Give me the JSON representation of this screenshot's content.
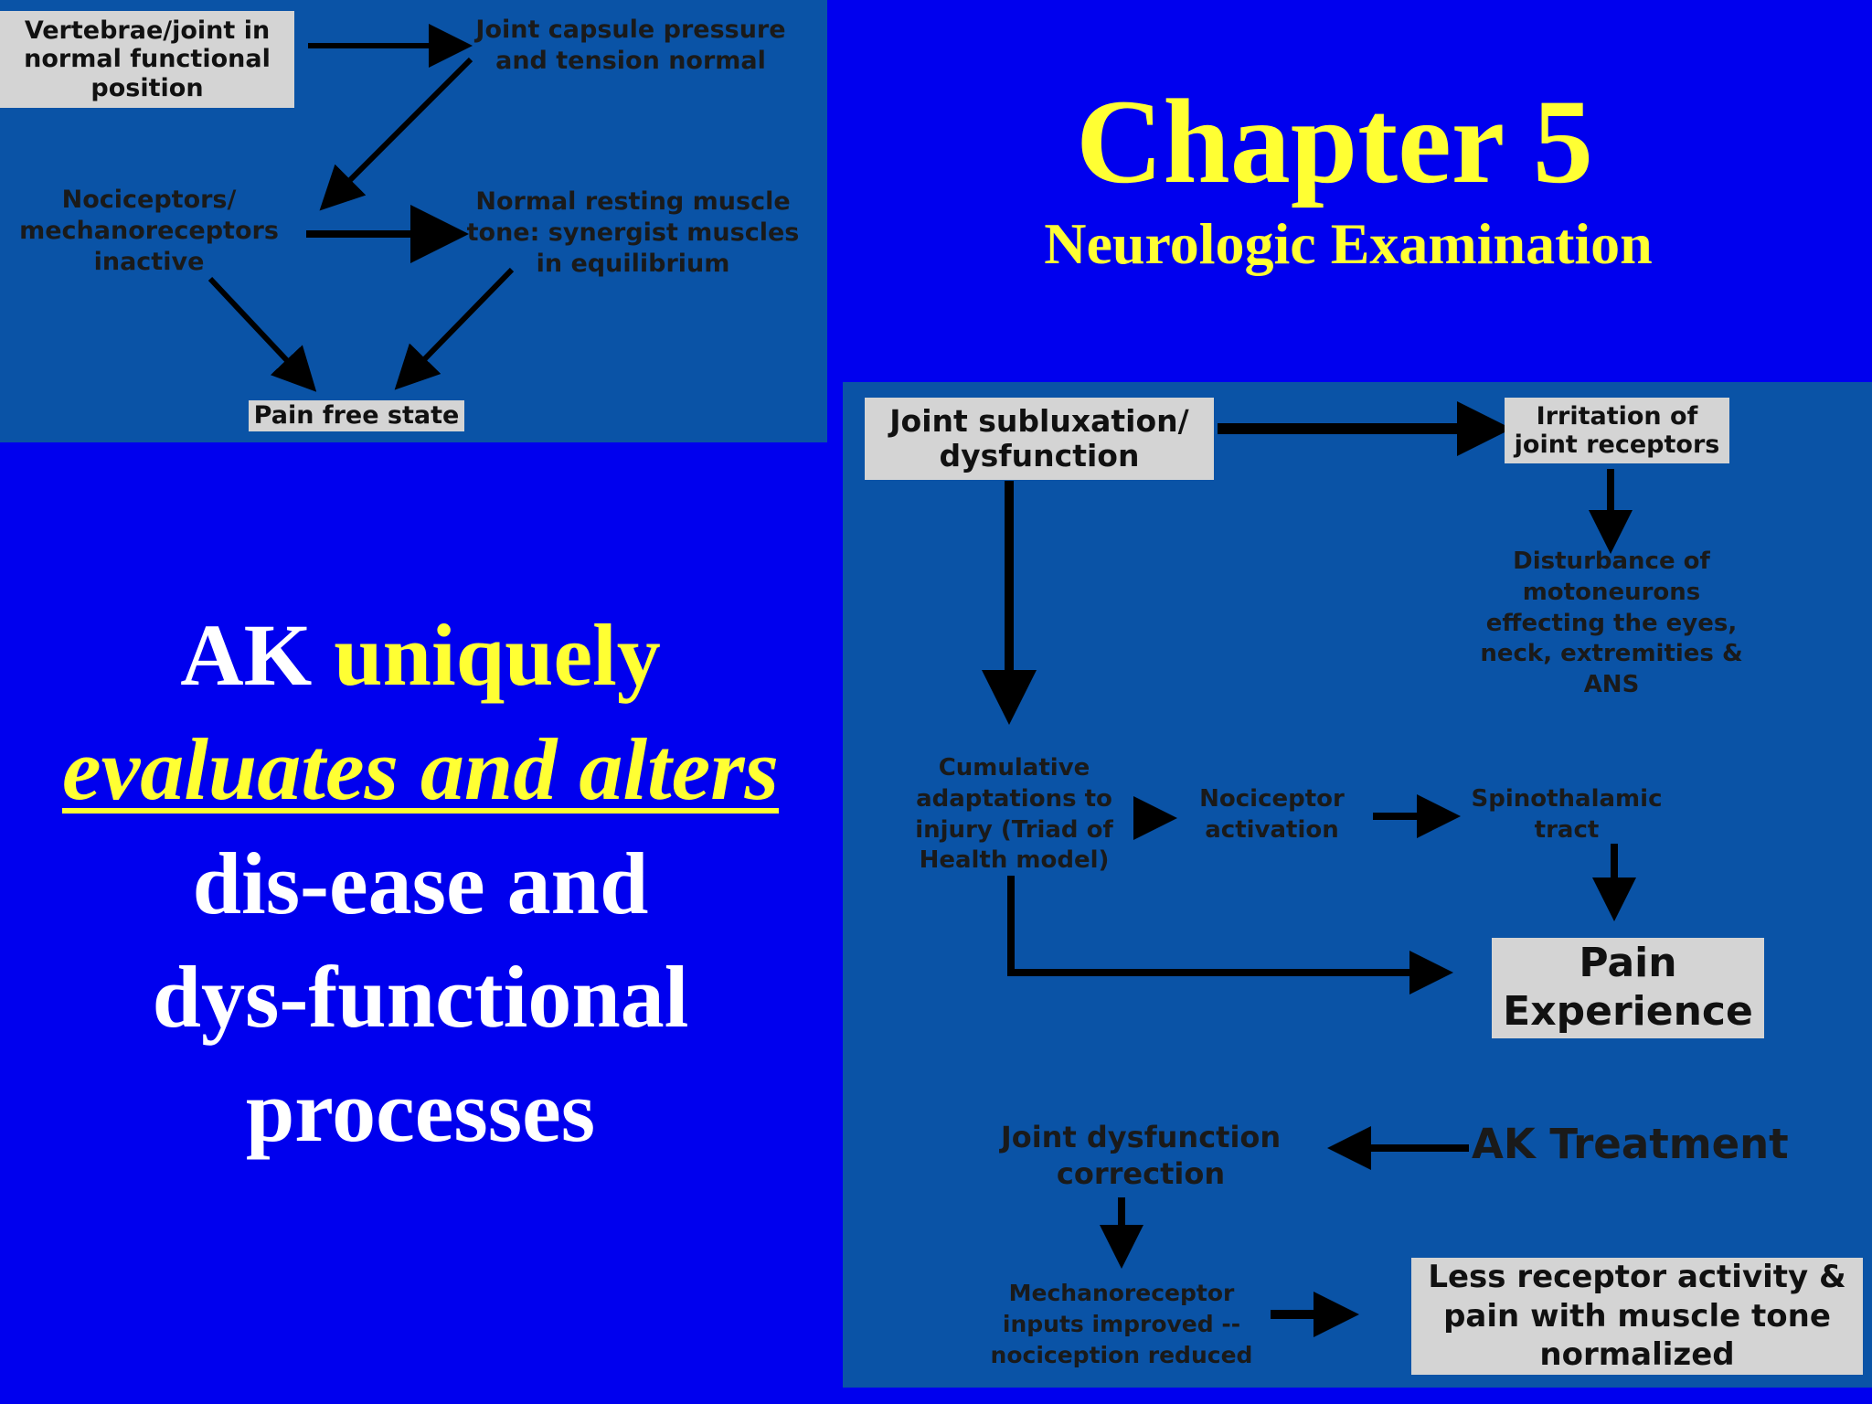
{
  "colors": {
    "background": "#0000ee",
    "panel": "#0a53a6",
    "accent": "#ffff33",
    "box": "#d4d4d4"
  },
  "top_diagram": {
    "node_vertebrae": "Vertebrae/joint in normal functional position",
    "node_capsule": "Joint capsule pressure and tension normal",
    "node_nociceptors": "Nociceptors/ mechanoreceptors inactive",
    "node_muscle_tone": "Normal resting muscle tone: synergist muscles in equilibrium",
    "node_pain_free": "Pain free state"
  },
  "chapter": {
    "title": "Chapter 5",
    "subtitle": "Neurologic Examination"
  },
  "ak_statement": {
    "w1": "AK",
    "w2": "uniquely",
    "w3": "evaluates and alters",
    "w4": "dis-ease and",
    "w5": "dys-functional",
    "w6": "processes"
  },
  "main_diagram": {
    "node_subluxation": "Joint subluxation/ dysfunction",
    "node_irritation": "Irritation of joint receptors",
    "node_disturbance": "Disturbance of motoneurons effecting the eyes, neck, extremities & ANS",
    "node_cumulative": "Cumulative adaptations to injury (Triad of Health model)",
    "node_nociceptor_activation": "Nociceptor activation",
    "node_spinothalamic": "Spinothalamic tract",
    "node_pain_experience": "Pain Experience",
    "node_ak_treatment": "AK Treatment",
    "node_joint_correction": "Joint dysfunction correction",
    "node_mechanoreceptor": "Mechanoreceptor inputs improved -- nociception reduced",
    "node_less_receptor": "Less receptor activity & pain with muscle tone normalized"
  }
}
